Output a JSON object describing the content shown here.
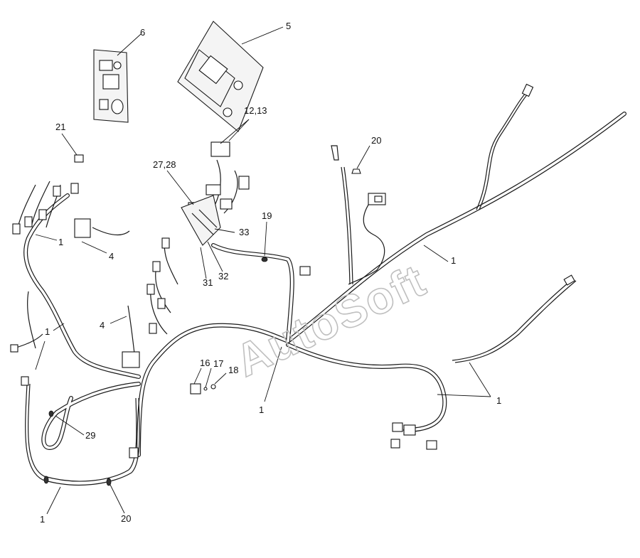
{
  "watermark": "AutoSoft",
  "callouts": [
    {
      "id": "c-6",
      "text": "6"
    },
    {
      "id": "c-5",
      "text": "5"
    },
    {
      "id": "c-12-13",
      "text": "12,13"
    },
    {
      "id": "c-21",
      "text": "21"
    },
    {
      "id": "c-20-top",
      "text": "20"
    },
    {
      "id": "c-27-28",
      "text": "27,28"
    },
    {
      "id": "c-19",
      "text": "19"
    },
    {
      "id": "c-33",
      "text": "33"
    },
    {
      "id": "c-1-right",
      "text": "1"
    },
    {
      "id": "c-1-left-upper",
      "text": "1"
    },
    {
      "id": "c-4-upper",
      "text": "4"
    },
    {
      "id": "c-32",
      "text": "32"
    },
    {
      "id": "c-31",
      "text": "31"
    },
    {
      "id": "c-4-lower",
      "text": "4"
    },
    {
      "id": "c-1-left-mid",
      "text": "1"
    },
    {
      "id": "c-16",
      "text": "16"
    },
    {
      "id": "c-17",
      "text": "17"
    },
    {
      "id": "c-18",
      "text": "18"
    },
    {
      "id": "c-1-center",
      "text": "1"
    },
    {
      "id": "c-1-lower-right",
      "text": "1"
    },
    {
      "id": "c-29",
      "text": "29"
    },
    {
      "id": "c-1-bottom",
      "text": "1"
    },
    {
      "id": "c-20-bottom",
      "text": "20"
    }
  ]
}
